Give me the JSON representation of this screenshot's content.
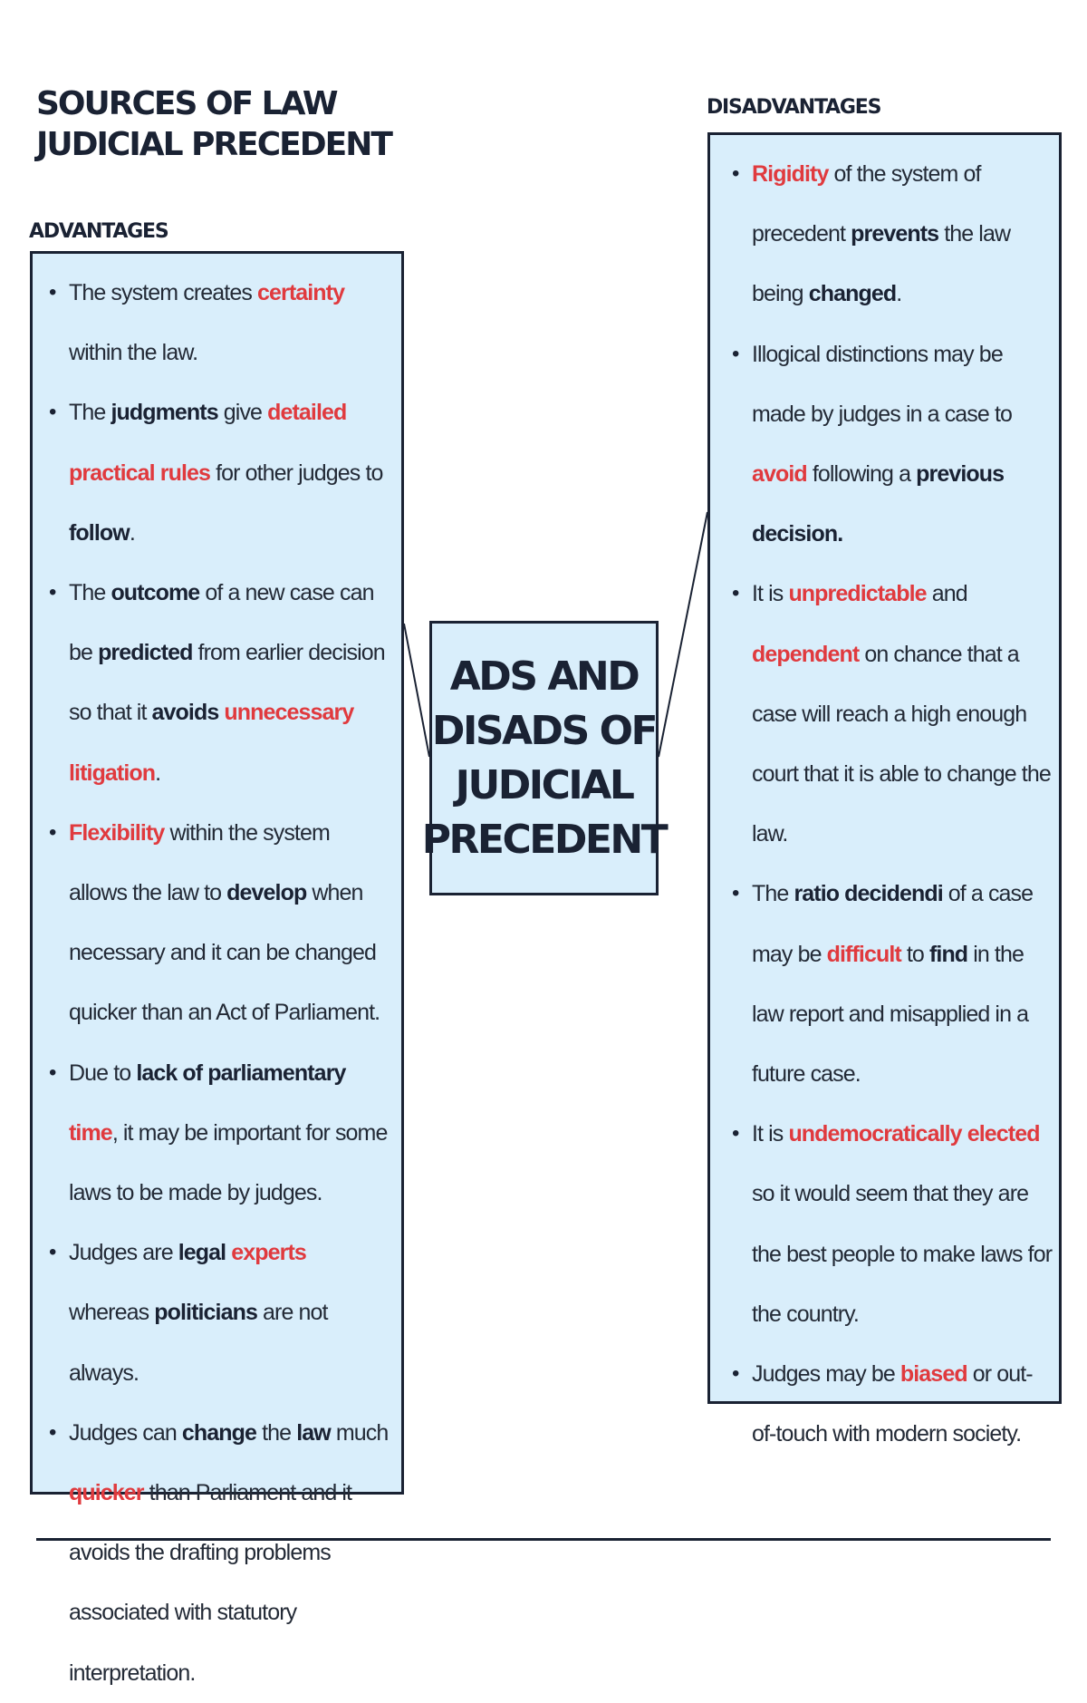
{
  "header": {
    "title_line1": "SOURCES OF LAW",
    "title_line2": "JUDICIAL PRECEDENT"
  },
  "center": {
    "title": "ADS AND DISADS OF JUDICIAL PRECEDENT"
  },
  "advantages": {
    "label": "ADVANTAGES",
    "items": [
      [
        {
          "t": "The system creates "
        },
        {
          "t": "certainty",
          "s": "r"
        },
        {
          "t": " within the law."
        }
      ],
      [
        {
          "t": "The "
        },
        {
          "t": "judgments",
          "s": "b"
        },
        {
          "t": " give "
        },
        {
          "t": "detailed practical rules",
          "s": "r"
        },
        {
          "t": " for other judges to "
        },
        {
          "t": "follow",
          "s": "b"
        },
        {
          "t": "."
        }
      ],
      [
        {
          "t": "The "
        },
        {
          "t": "outcome",
          "s": "b"
        },
        {
          "t": " of a new case can be "
        },
        {
          "t": "predicted",
          "s": "b"
        },
        {
          "t": " from earlier decision so that it "
        },
        {
          "t": "avoids",
          "s": "b"
        },
        {
          "t": " "
        },
        {
          "t": "unnecessary litigation",
          "s": "r"
        },
        {
          "t": "."
        }
      ],
      [
        {
          "t": "Flexibility",
          "s": "r"
        },
        {
          "t": " within the system allows the law to "
        },
        {
          "t": "develop",
          "s": "b"
        },
        {
          "t": " when necessary and it can be changed quicker than an Act of Parliament."
        }
      ],
      [
        {
          "t": "Due to "
        },
        {
          "t": "lack of parliamentary",
          "s": "b"
        },
        {
          "t": " "
        },
        {
          "t": "time",
          "s": "r"
        },
        {
          "t": ", it may be important for some laws to be made by judges."
        }
      ],
      [
        {
          "t": "Judges are "
        },
        {
          "t": "legal",
          "s": "b"
        },
        {
          "t": " "
        },
        {
          "t": "experts",
          "s": "r"
        },
        {
          "t": " whereas "
        },
        {
          "t": "politicians",
          "s": "b"
        },
        {
          "t": " are not always."
        }
      ],
      [
        {
          "t": "Judges can "
        },
        {
          "t": "change",
          "s": "b"
        },
        {
          "t": " the "
        },
        {
          "t": "law",
          "s": "b"
        },
        {
          "t": " much "
        },
        {
          "t": "quicker",
          "s": "r"
        },
        {
          "t": " than Parliament and it avoids the drafting problems associated with statutory interpretation."
        }
      ]
    ]
  },
  "disadvantages": {
    "label": "DISADVANTAGES",
    "items": [
      [
        {
          "t": "Rigidity",
          "s": "r"
        },
        {
          "t": " of the system of precedent "
        },
        {
          "t": "prevents",
          "s": "b"
        },
        {
          "t": " the law being "
        },
        {
          "t": "changed",
          "s": "b"
        },
        {
          "t": "."
        }
      ],
      [
        {
          "t": "Illogical distinctions may be made by judges in a case to "
        },
        {
          "t": "avoid",
          "s": "r"
        },
        {
          "t": " following a "
        },
        {
          "t": "previous decision.",
          "s": "b"
        }
      ],
      [
        {
          "t": "It is "
        },
        {
          "t": "unpredictable",
          "s": "r"
        },
        {
          "t": " and "
        },
        {
          "t": "dependent",
          "s": "r"
        },
        {
          "t": " on chance that a case will reach a high enough court that it is able to change the law."
        }
      ],
      [
        {
          "t": "The "
        },
        {
          "t": "ratio decidendi",
          "s": "b"
        },
        {
          "t": " of a case may be "
        },
        {
          "t": "difficult",
          "s": "r"
        },
        {
          "t": " to "
        },
        {
          "t": "find",
          "s": "b"
        },
        {
          "t": " in the law report and misapplied in a future case."
        }
      ],
      [
        {
          "t": "It is "
        },
        {
          "t": "undemocratically elected",
          "s": "r"
        },
        {
          "t": " so it would seem that they are the best people to make laws for the country."
        }
      ],
      [
        {
          "t": "Judges may be "
        },
        {
          "t": "biased",
          "s": "r"
        },
        {
          "t": " or out-of-touch with modern society."
        }
      ]
    ]
  },
  "colors": {
    "box_fill": "#d9eefb",
    "border": "#1a2233",
    "highlight_red": "#e03a3e",
    "text_dark": "#232a36"
  }
}
